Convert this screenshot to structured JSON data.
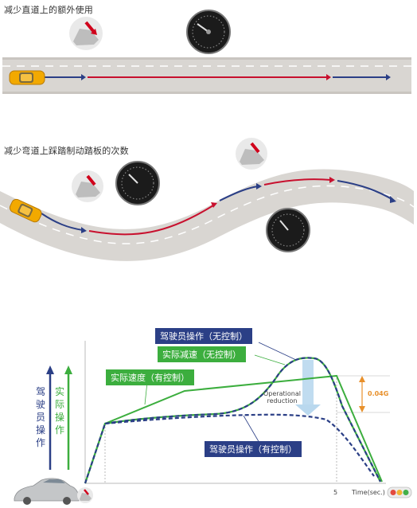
{
  "scenario_straight": {
    "caption": "减少直道上的额外使用"
  },
  "scenario_curve": {
    "caption": "减少弯道上踩踏制动踏板的次数"
  },
  "graph": {
    "driver_no_control": "驾驶员操作（无控制）",
    "actual_decel_no_control": "实际减速（无控制）",
    "actual_speed_with_control": "实际速度（有控制）",
    "driver_with_control": "驾驶员操作（有控制）",
    "axis_driver": "驾驶员操作",
    "axis_actual": "实际操作",
    "operational_reduction_line1": "Operational",
    "operational_reduction_line2": "reduction",
    "delta_g": "0.04G",
    "tick_5": "5",
    "time_label": "Time(sec.)"
  },
  "colors": {
    "navy": "#2b3f86",
    "green": "#3cae3e",
    "red": "#c8102e",
    "orange": "#e8902b",
    "road": "#d9d6d2"
  }
}
